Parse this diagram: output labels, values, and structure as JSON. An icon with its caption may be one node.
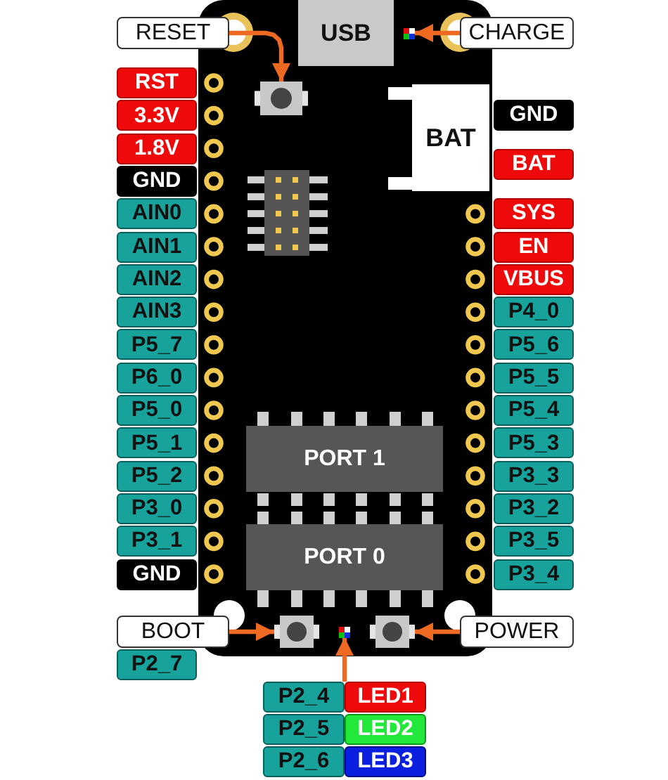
{
  "diagram": {
    "nodes": [
      {
        "text": [
          "RESET"
        ]
      },
      {
        "text": [
          "USB"
        ]
      },
      {
        "text": [],
        "shape": "box"
      },
      {
        "text": [
          "CHARGE"
        ]
      },
      {
        "text": [],
        "shape": "picture"
      },
      {
        "text": [
          "BAT"
        ]
      },
      {
        "text": [
          "PORT 1"
        ]
      },
      {
        "text": [
          "PORT 0"
        ]
      },
      {
        "text": [
          "RST"
        ]
      },
      {
        "text": [
          "3.3V"
        ]
      },
      {
        "text": [
          "1.8V"
        ]
      },
      {
        "text": [
          "GND"
        ]
      },
      {
        "text": [
          "AIN0"
        ]
      },
      {
        "text": [
          "AIN1"
        ]
      },
      {
        "text": [
          "AIN2"
        ]
      },
      {
        "text": [
          "AIN3"
        ]
      },
      {
        "text": [
          "P5_7"
        ]
      },
      {
        "text": [
          "P6_0"
        ]
      },
      {
        "text": [
          "P5_0"
        ]
      },
      {
        "text": [
          "P5_1"
        ]
      },
      {
        "text": [
          "P5_2"
        ]
      },
      {
        "text": [
          "P3_0"
        ]
      },
      {
        "text": [
          "P3_1"
        ]
      },
      {
        "text": [
          "GND"
        ]
      },
      {
        "text": [
          "GND"
        ]
      },
      {
        "text": [
          "BAT"
        ]
      },
      {
        "text": [
          "SYS"
        ]
      },
      {
        "text": [
          "EN"
        ]
      },
      {
        "text": [
          "VBUS"
        ]
      },
      {
        "text": [
          "P4_0"
        ]
      },
      {
        "text": [
          "P5_6"
        ]
      },
      {
        "text": [
          "P5_5"
        ]
      },
      {
        "text": [
          "P5_4"
        ]
      },
      {
        "text": [
          "P5_3"
        ]
      },
      {
        "text": [
          "P3_3"
        ]
      },
      {
        "text": [
          "P3_2"
        ]
      },
      {
        "text": [
          "P3_5"
        ]
      },
      {
        "text": [
          "P3_4"
        ]
      },
      {
        "text": [
          "BOOT"
        ]
      },
      {
        "text": [],
        "shape": "picture"
      },
      {
        "text": [],
        "shape": "box"
      },
      {
        "text": [],
        "shape": "picture"
      },
      {
        "text": [
          "POWER"
        ]
      },
      {
        "text": [
          "P2_7"
        ]
      },
      {
        "text": [
          "P2_4"
        ]
      },
      {
        "text": [
          "LED1"
        ]
      },
      {
        "text": [
          "P2_5"
        ]
      },
      {
        "text": [
          "LED2"
        ]
      },
      {
        "text": [
          "P2_6"
        ]
      },
      {
        "text": [
          "LED3"
        ]
      }
    ],
    "edges": [
      {
        "from": 0,
        "to": 4,
        "arrow": "to"
      },
      {
        "from": 3,
        "to": 2,
        "arrow": "to"
      },
      {
        "from": 38,
        "to": 39,
        "arrow": "to"
      },
      {
        "from": 42,
        "to": 41,
        "arrow": "to"
      },
      {
        "from": 44,
        "to": 40,
        "arrow": "to"
      }
    ]
  }
}
